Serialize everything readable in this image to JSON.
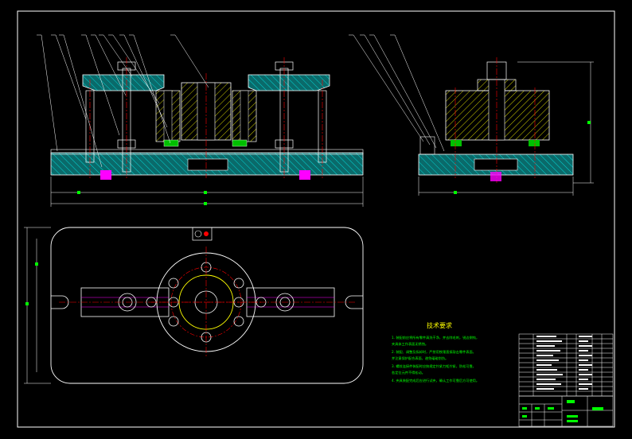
{
  "drawing": {
    "tech_requirements_title": "技术要求",
    "tech_requirements": [
      "1. 装配前应将所有零件清洗干净，并去除毛刺，锐边倒钝，",
      "   夹具体工作表面无锈蚀。",
      "2. 装配、调整及拆卸时，严禁用铁锤直接敲击零件表面，",
      "   并注意保护配合表面，避免磕碰划伤。",
      "3. 螺纹连接件装配时应按规定拧紧力矩拧紧，防松可靠，",
      "   各定位元件不得松动。",
      "4. 夹具装配完成后应进行试夹，确认工作可靠后方可使用。"
    ],
    "colors": {
      "background": "#000000",
      "outline": "#ffffff",
      "hatch": "#ffff00",
      "section_fill": "#00bfbf",
      "center_line": "#ff0000",
      "dimension": "#00ff00",
      "pin": "#ff00ff",
      "text": "#ffff00"
    }
  }
}
